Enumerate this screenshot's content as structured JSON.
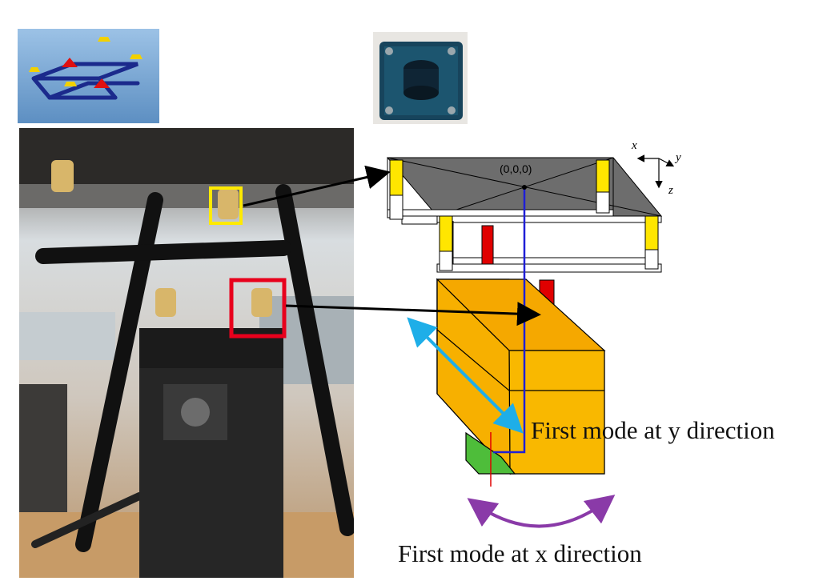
{
  "diagram": {
    "origin_label": "(0,0,0)",
    "axes": {
      "x": "x",
      "y": "y",
      "z": "z"
    },
    "mode_y_label": "First mode at y direction",
    "mode_x_label": "First mode at x direction"
  },
  "colors": {
    "gimbal_box": "#f9b800",
    "damper": "#ffe600",
    "damper_red": "#e00000",
    "arrow_y": "#1eaee8",
    "arrow_x": "#8a3aa8",
    "axis_line": "#1f1fd6",
    "highlight_yellow": "#ffea00",
    "highlight_red": "#e8001c"
  }
}
